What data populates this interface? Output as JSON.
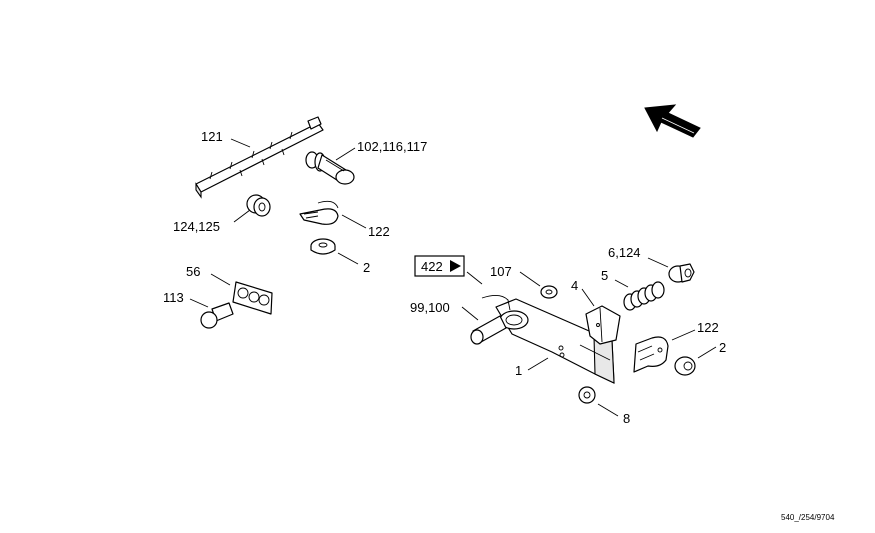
{
  "labels": {
    "l121": "121",
    "l102": "102,116,117",
    "l124": "124,125",
    "l122a": "122",
    "l2a": "2",
    "l56": "56",
    "l113": "113",
    "l422": "422",
    "l107": "107",
    "l99": "99,100",
    "l4": "4",
    "l6124": "6,124",
    "l5": "5",
    "l122b": "122",
    "l2b": "2",
    "l1": "1",
    "l8": "8"
  },
  "reference": "540_/254/9704",
  "colors": {
    "ink": "#000000",
    "paper": "#ffffff"
  },
  "icons": {
    "direction": "arrow-icon",
    "page_ref": "play-triangle-icon"
  }
}
